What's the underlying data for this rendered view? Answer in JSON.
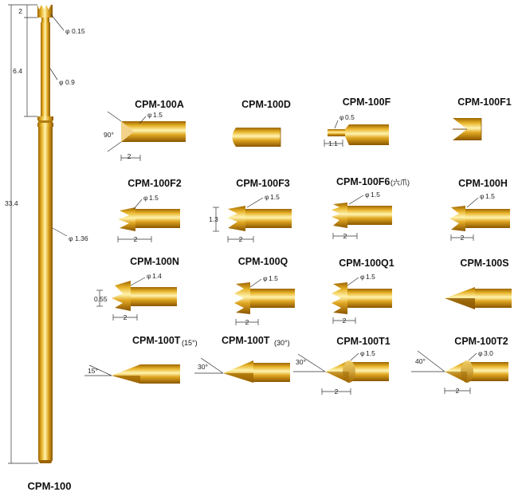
{
  "main_probe": {
    "label": "CPM-100",
    "dims": {
      "tip_len": "2",
      "head_len": "6.4",
      "total_len": "33.4",
      "d_tip": "0.15",
      "d_head": "0.9",
      "d_body": "1.36",
      "phi": "φ"
    }
  },
  "tips": [
    {
      "id": "a",
      "title": "CPM-100A",
      "sub": "",
      "dia": "1.5",
      "len": "2",
      "angle": "90°"
    },
    {
      "id": "d",
      "title": "CPM-100D",
      "sub": "",
      "dia": "",
      "len": "",
      "angle": ""
    },
    {
      "id": "f",
      "title": "CPM-100F",
      "sub": "",
      "dia": "0.5",
      "len": "1.1",
      "angle": ""
    },
    {
      "id": "f1",
      "title": "CPM-100F1",
      "sub": "",
      "dia": "",
      "len": "",
      "angle": ""
    },
    {
      "id": "f2",
      "title": "CPM-100F2",
      "sub": "",
      "dia": "1.5",
      "len": "2",
      "angle": ""
    },
    {
      "id": "f3",
      "title": "CPM-100F3",
      "sub": "",
      "dia": "1.5",
      "len": "2",
      "height": "1.3",
      "angle": ""
    },
    {
      "id": "f6",
      "title": "CPM-100F6",
      "sub": "(六爪)",
      "dia": "1.5",
      "len": "2",
      "angle": ""
    },
    {
      "id": "h",
      "title": "CPM-100H",
      "sub": "",
      "dia": "1.5",
      "len": "2",
      "angle": ""
    },
    {
      "id": "n",
      "title": "CPM-100N",
      "sub": "",
      "dia": "1.4",
      "len": "2",
      "height": "0.55",
      "angle": ""
    },
    {
      "id": "q",
      "title": "CPM-100Q",
      "sub": "",
      "dia": "1.5",
      "len": "2",
      "angle": ""
    },
    {
      "id": "q1",
      "title": "CPM-100Q1",
      "sub": "",
      "dia": "1.5",
      "len": "2",
      "angle": ""
    },
    {
      "id": "s",
      "title": "CPM-100S",
      "sub": "",
      "dia": "",
      "len": "",
      "angle": ""
    },
    {
      "id": "t15",
      "title": "CPM-100T",
      "sub": "(15°)",
      "dia": "",
      "len": "",
      "angle": "15°"
    },
    {
      "id": "t30",
      "title": "CPM-100T",
      "sub": "(30°)",
      "dia": "",
      "len": "",
      "angle": "30°"
    },
    {
      "id": "t1",
      "title": "CPM-100T1",
      "sub": "",
      "dia": "1.5",
      "len": "2",
      "angle": "30°"
    },
    {
      "id": "t2",
      "title": "CPM-100T2",
      "sub": "",
      "dia": "3.0",
      "len": "2",
      "angle": "40°"
    }
  ],
  "colors": {
    "gold_dark": "#a86f00",
    "gold_mid": "#dca61e",
    "gold_light": "#fff2a8",
    "line": "#333333"
  }
}
